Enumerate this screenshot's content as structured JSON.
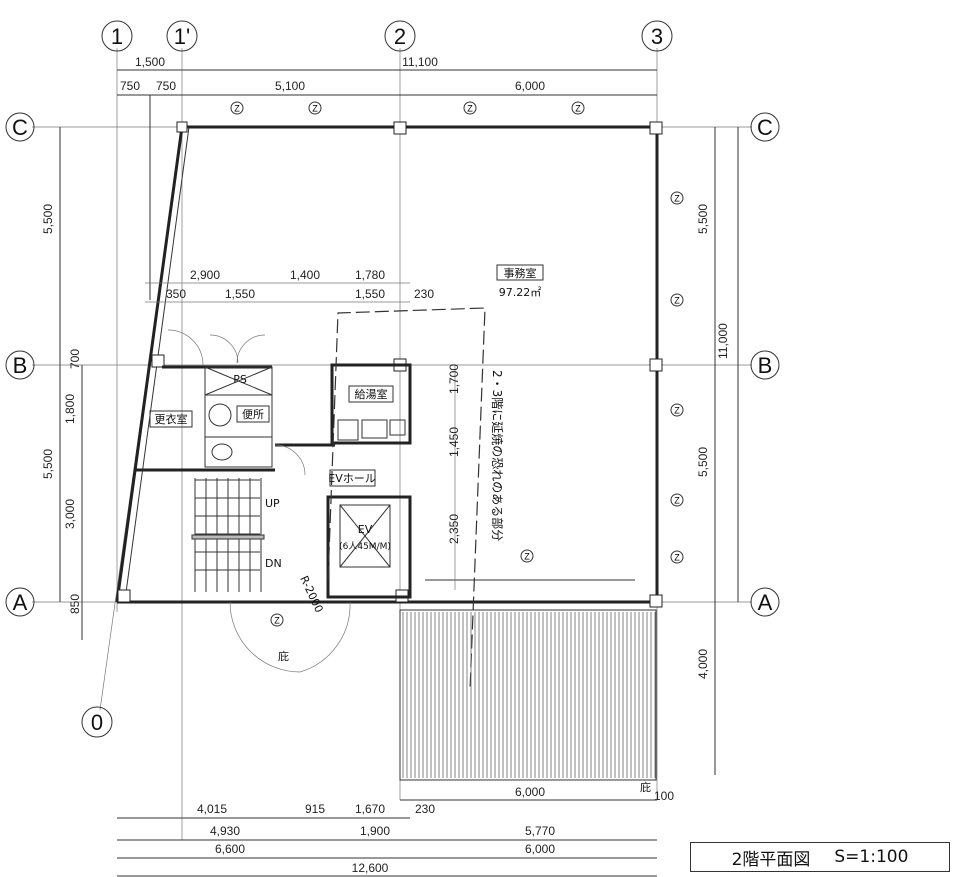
{
  "title": {
    "name": "2階平面図",
    "scale": "S=1:100"
  },
  "grid_labels": {
    "x1": "1",
    "x1p": "1'",
    "x2": "2",
    "x3": "3",
    "yC": "C",
    "yB": "B",
    "yA": "A",
    "x0": "0"
  },
  "dims_top": {
    "a": "1,500",
    "b": "11,100",
    "c": "750",
    "d": "750",
    "e": "5,100",
    "f": "6,000"
  },
  "dims_left": {
    "cb": "5,500",
    "ba": "5,500",
    "s1": "700",
    "s2": "1,800",
    "s3": "3,000",
    "s4": "850"
  },
  "dims_right": {
    "cb": "5,500",
    "ba": "5,500",
    "canopy": "4,000",
    "total": "11,000"
  },
  "dims_inner": {
    "a": "2,900",
    "b": "1,400",
    "c": "1,780",
    "d": "350",
    "e": "1,550",
    "f": "1,550",
    "g": "230",
    "v1": "1,700",
    "v2": "1,450",
    "v3": "2,350"
  },
  "dims_bottom": {
    "canopy": "6,000",
    "canopy_off": "100",
    "r1a": "4,015",
    "r1b": "915",
    "r1c": "1,670",
    "r1d": "230",
    "r2a": "4,930",
    "r2b": "1,900",
    "r2c": "5,770",
    "r3a": "6,600",
    "r3b": "6,000",
    "total": "12,600"
  },
  "rooms": {
    "office": "事務室",
    "office_area": "97.22㎡",
    "changing": "更衣室",
    "toilet": "便所",
    "ps": "PS",
    "kitchenette": "給湯室",
    "ev_hall": "EVホール",
    "ev": "EV",
    "ev_spec": "(6人45M/M)",
    "up": "UP",
    "dn": "DN",
    "radius": "R-2000",
    "eave1": "庇",
    "eave2": "庇",
    "fire_note": "2・3階に延焼の恐れのある部分"
  },
  "marker": "Z"
}
